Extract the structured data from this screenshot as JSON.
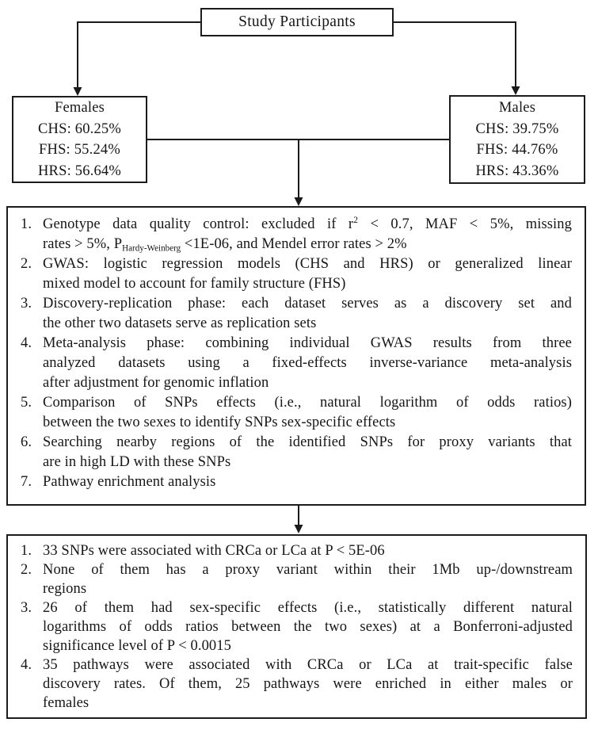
{
  "figure": {
    "background_color": "#ffffff",
    "line_color": "#1a1a1a",
    "top_box": {
      "label": "Study Participants"
    },
    "females_box": {
      "title": "Females",
      "lines": [
        "CHS: 60.25%",
        "FHS: 55.24%",
        "HRS: 56.64%"
      ]
    },
    "males_box": {
      "title": "Males",
      "lines": [
        "CHS: 39.75%",
        "FHS: 44.76%",
        "HRS: 43.36%"
      ]
    },
    "process_box": {
      "items": [
        {
          "num": "1.",
          "lines": [
            [
              {
                "t": "Genotype data quality control: excluded if r"
              },
              {
                "t": "2",
                "s": "sup"
              },
              {
                "t": " < 0.7, MAF < 5%, missing"
              }
            ],
            [
              {
                "t": "rates > 5%, P"
              },
              {
                "t": "Hardy-Weinberg",
                "s": "sub"
              },
              {
                "t": " <1E-06, and Mendel error rates > 2%"
              }
            ]
          ]
        },
        {
          "num": "2.",
          "lines": [
            "GWAS: logistic regression models (CHS and HRS) or generalized linear",
            "mixed model to account for family structure (FHS)"
          ]
        },
        {
          "num": "3.",
          "lines": [
            "Discovery-replication phase: each dataset serves as a discovery set and",
            "the other two datasets serve as replication sets"
          ]
        },
        {
          "num": "4.",
          "lines": [
            "Meta-analysis phase: combining individual GWAS results from three",
            "analyzed datasets using a fixed-effects inverse-variance meta-analysis",
            "after adjustment for genomic inflation"
          ]
        },
        {
          "num": "5.",
          "lines": [
            "Comparison of SNPs effects (i.e., natural logarithm of odds ratios)",
            "between the two sexes to identify SNPs sex-specific effects"
          ]
        },
        {
          "num": "6.",
          "lines": [
            "Searching nearby regions of the identified SNPs for proxy variants that",
            "are in high LD with these SNPs"
          ]
        },
        {
          "num": "7.",
          "lines": [
            "Pathway enrichment analysis"
          ]
        }
      ]
    },
    "results_box": {
      "items": [
        {
          "num": "1.",
          "lines": [
            "33 SNPs were associated  with CRCa or LCa at P < 5E-06"
          ]
        },
        {
          "num": "2.",
          "lines": [
            "None of them has a proxy variant within their 1Mb up-/downstream",
            "regions"
          ]
        },
        {
          "num": "3.",
          "lines": [
            "26 of them had sex-specific effects (i.e., statistically different natural",
            "logarithms of odds ratios between the two sexes) at a Bonferroni-adjusted",
            "significance level of P < 0.0015"
          ]
        },
        {
          "num": "4.",
          "lines": [
            "35 pathways were associated with CRCa or LCa at trait-specific false",
            "discovery rates. Of them, 25 pathways were enriched in either males or",
            "females"
          ]
        }
      ]
    }
  }
}
